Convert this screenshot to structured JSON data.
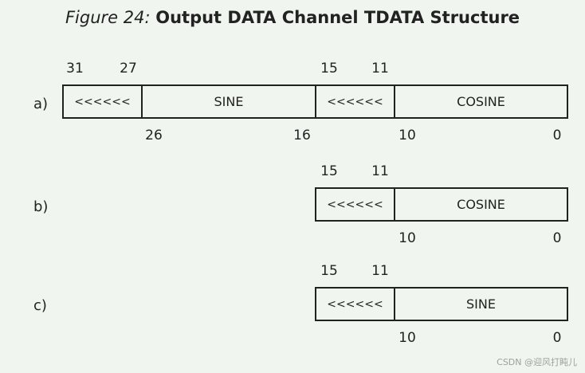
{
  "title": {
    "figure_label": "Figure 24:",
    "caption": "Output DATA Channel TDATA Structure"
  },
  "rows": [
    {
      "label": "a)",
      "top_bits": [
        "31",
        "27",
        "15",
        "11"
      ],
      "bottom_bits": [
        "26",
        "16",
        "10",
        "0"
      ],
      "fields": [
        "<<<<<<",
        "SINE",
        "<<<<<<",
        "COSINE"
      ]
    },
    {
      "label": "b)",
      "top_bits": [
        "15",
        "11"
      ],
      "bottom_bits": [
        "10",
        "0"
      ],
      "fields": [
        "<<<<<<",
        "COSINE"
      ]
    },
    {
      "label": "c)",
      "top_bits": [
        "15",
        "11"
      ],
      "bottom_bits": [
        "10",
        "0"
      ],
      "fields": [
        "<<<<<<",
        "SINE"
      ]
    }
  ],
  "watermark": "CSDN @迎风打盹儿"
}
